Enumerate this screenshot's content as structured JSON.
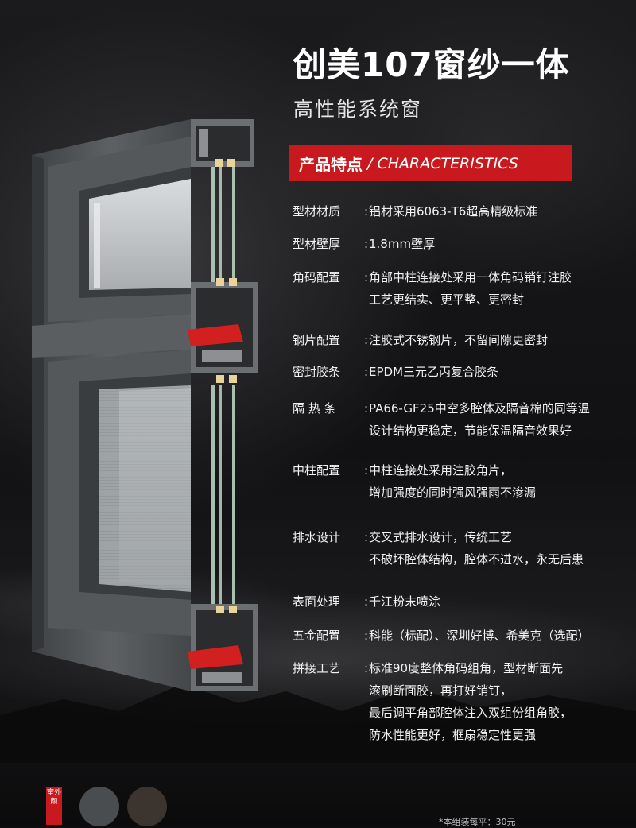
{
  "header": {
    "title": "创美107窗纱一体",
    "subtitle": "高性能系统窗",
    "section_badge_cn": "产品特点",
    "section_badge_en": "/ CHARACTERISTICS"
  },
  "features": [
    {
      "label": "型材材质",
      "value": "铝材采用6063-T6超高精级标准"
    },
    {
      "label": "型材壁厚",
      "value": "1.8mm壁厚"
    },
    {
      "label": "角码配置",
      "value": "角部中柱连接处采用一体角码销钉注胶\n工艺更结实、更平整、更密封"
    },
    {
      "label": "钢片配置",
      "value": "注胶式不锈钢片，不留间隙更密封"
    },
    {
      "label": "密封胶条",
      "value": "EPDM三元乙丙复合胶条"
    },
    {
      "label": "隔 热 条",
      "value": "PA66-GF25中空多腔体及隔音棉的同等温\n设计结构更稳定，节能保温隔音效果好"
    },
    {
      "label": "中柱配置",
      "value": "中柱连接处采用注胶角片，\n增加强度的同时强风强雨不渗漏"
    },
    {
      "label": "排水设计",
      "value": "交叉式排水设计，传统工艺\n不破坏腔体结构，腔体不进水，永无后患"
    },
    {
      "label": "表面处理",
      "value": "千江粉末喷涂"
    },
    {
      "label": "五金配置",
      "value": "科能（标配）、深圳好博、希美克（选配）"
    },
    {
      "label": "拼接工艺",
      "value": "标准90度整体角码组角，型材断面先\n滚刷断面胶，再打好销钉，\n最后调平角部腔体注入双组份组角胶，\n防水性能更好，框扇稳定性更强"
    }
  ],
  "footer": {
    "color_tag": "室外颜",
    "footnote": "*本组装每平：30元"
  },
  "colors": {
    "accent_red": "#c8191e",
    "profile_gray": "#4f5356",
    "swatch_gray": "#4a4d50",
    "swatch_brown": "#3b342f"
  }
}
